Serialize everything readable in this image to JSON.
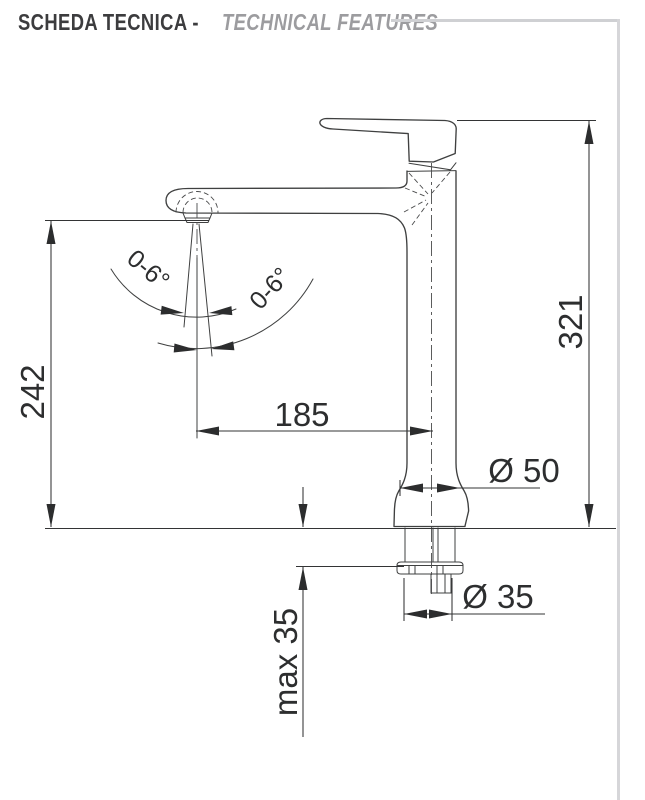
{
  "header": {
    "title_it": "SCHEDA TECNICA -",
    "title_en": "TECHNICAL FEATURES"
  },
  "drawing": {
    "subject": "single-lever basin mixer tap, side view with dimensions",
    "dims": {
      "spout_height": "242",
      "total_height": "321",
      "spout_reach": "185",
      "base_diameter": "Ø 50",
      "shank_diameter": "Ø 35",
      "max_deck_thickness": "max 35",
      "spout_angle_left": "0-6°",
      "spout_angle_right": "0-6°"
    },
    "colors": {
      "line": "#3f4040",
      "dimension_text": "#2d2e2f",
      "header_dark": "#3c3c3e",
      "header_gray": "#9c9c9f",
      "frame_gray": "#cfd0d3"
    }
  }
}
